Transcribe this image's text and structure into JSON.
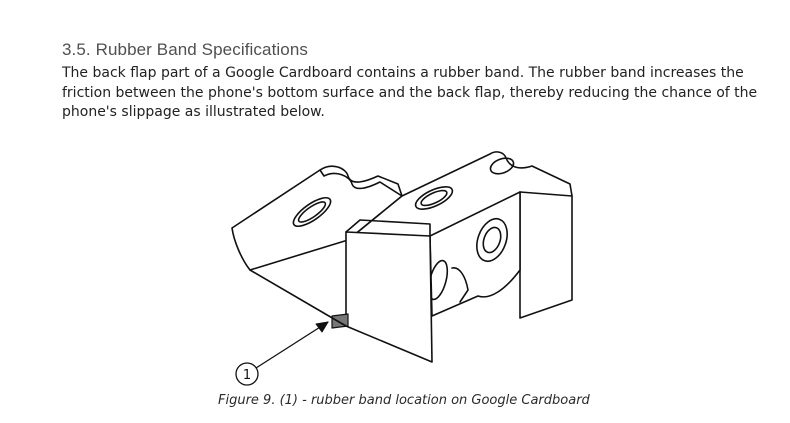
{
  "section": {
    "heading": "3.5. Rubber Band Specifications",
    "paragraph_lines": [
      "The back flap part of a Google Cardboard contains a rubber band. The rubber band increases the",
      "friction between the phone's bottom surface and the back flap, thereby reducing the chance of the",
      "phone's slippage as illustrated below."
    ]
  },
  "figure": {
    "callout_number": "1",
    "caption": "Figure 9. (1) - rubber band location on Google Cardboard"
  }
}
